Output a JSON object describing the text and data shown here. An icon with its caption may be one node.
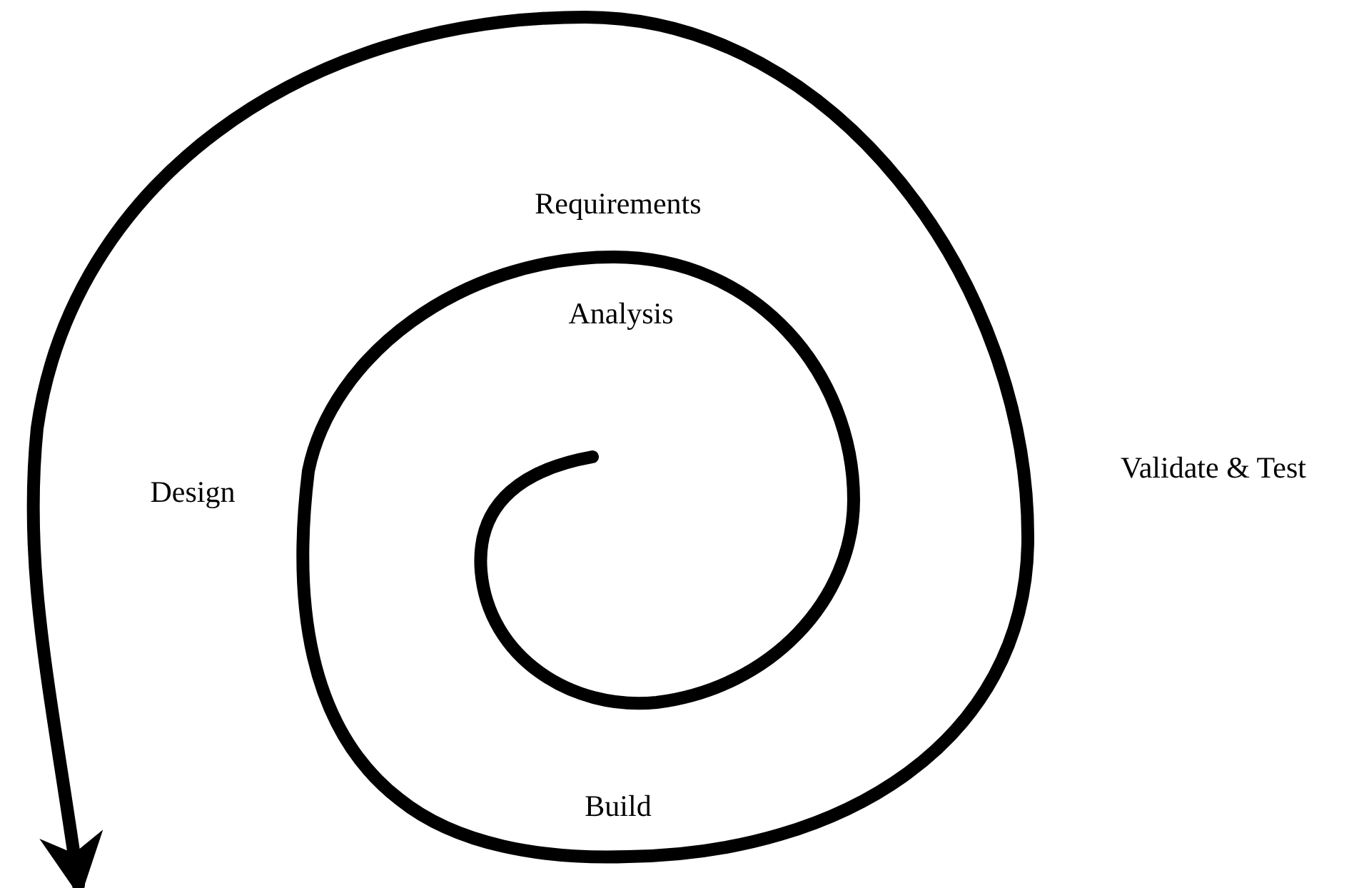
{
  "diagram": {
    "labels": [
      "Requirements",
      "Analysis",
      "Design",
      "Validate & Test",
      "Build"
    ]
  }
}
